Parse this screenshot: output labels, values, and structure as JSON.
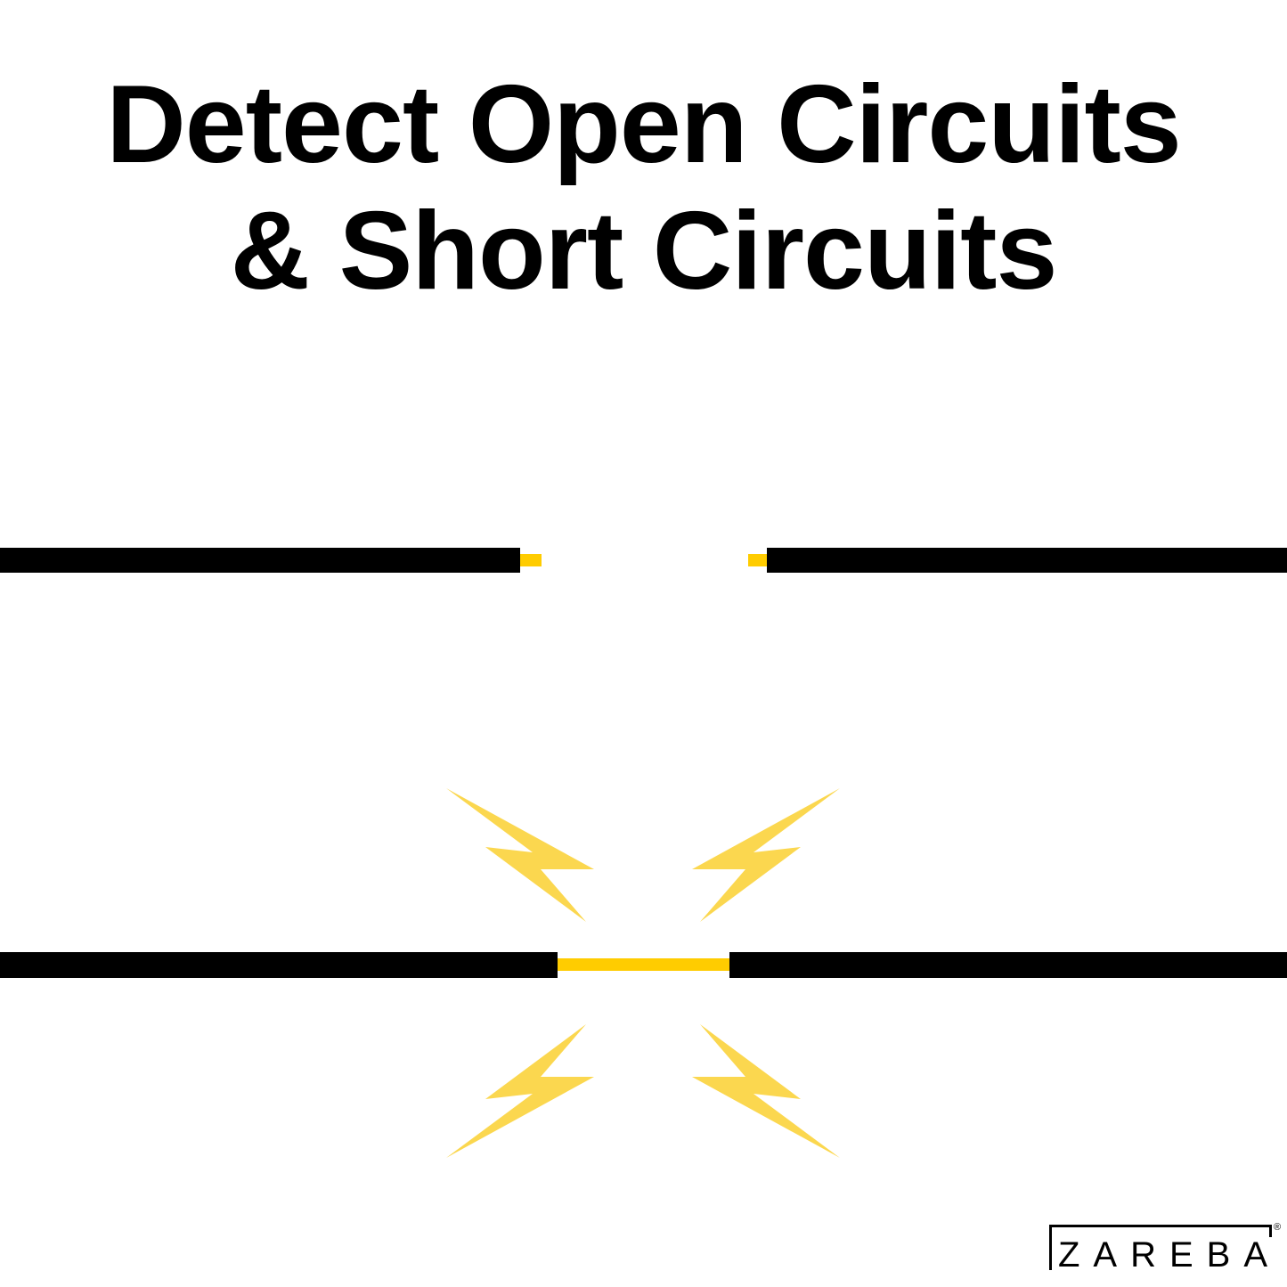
{
  "title": {
    "line1": "Detect Open Circuits",
    "line2": "& Short Circuits"
  },
  "diagram": {
    "open_circuit": "open-wire",
    "short_circuit": "short-wire-with-sparks"
  },
  "brand": {
    "name": "ZAREBA",
    "registered": "®"
  },
  "colors": {
    "wire": "#000000",
    "conductor": "#FFCC00",
    "spark": "#FBD74F"
  }
}
